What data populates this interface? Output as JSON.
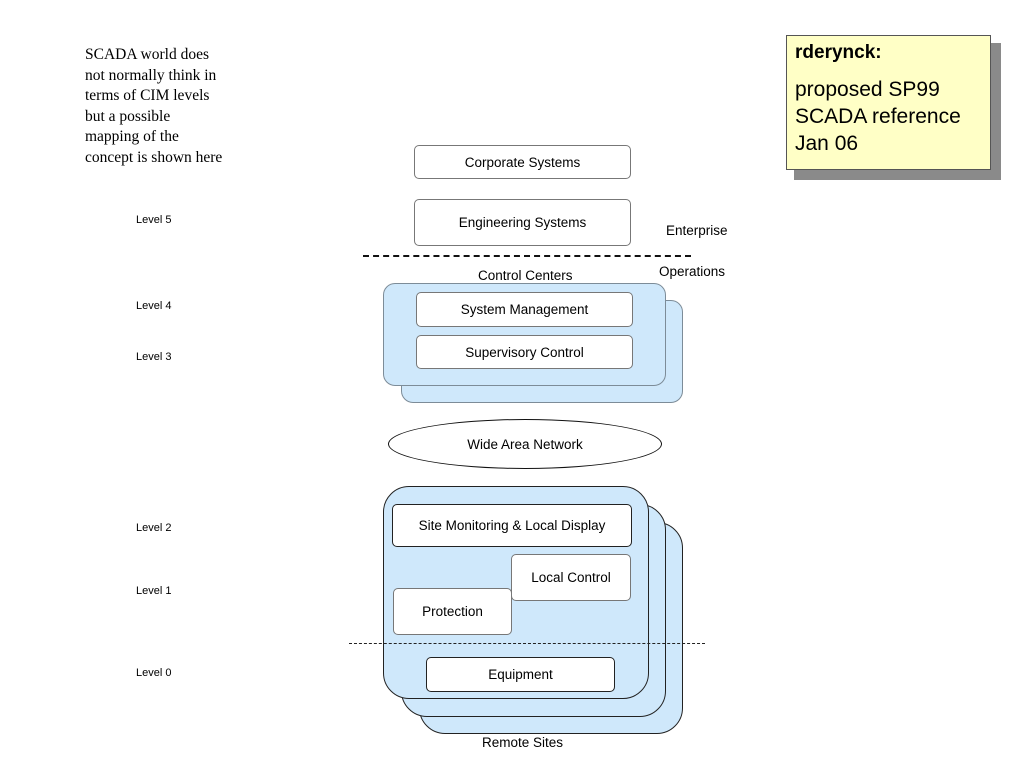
{
  "intro_note": "SCADA world does\nnot normally think in\nterms of CIM levels\nbut a possible\nmapping of the\nconcept is shown here",
  "levels": {
    "level5": "Level 5",
    "level4": "Level 4",
    "level3": "Level 3",
    "level2": "Level 2",
    "level1": "Level 1",
    "level0": "Level 0"
  },
  "boxes": {
    "corporate_systems": "Corporate Systems",
    "engineering_systems": "Engineering Systems",
    "system_management": "System Management",
    "supervisory_control": "Supervisory Control",
    "wide_area_network": "Wide Area Network",
    "site_monitoring": "Site Monitoring & Local Display",
    "local_control": "Local Control",
    "protection": "Protection",
    "equipment": "Equipment"
  },
  "labels": {
    "enterprise": "Enterprise",
    "operations": "Operations",
    "control_centers": "Control Centers",
    "remote_sites": "Remote Sites"
  },
  "comment": {
    "author": "rderynck:",
    "text": "proposed SP99\nSCADA reference\nJan 06"
  },
  "colors": {
    "panel_fill": "#cfe8fb",
    "note_fill": "#ffffc6",
    "note_shadow": "#8a8a8a"
  }
}
